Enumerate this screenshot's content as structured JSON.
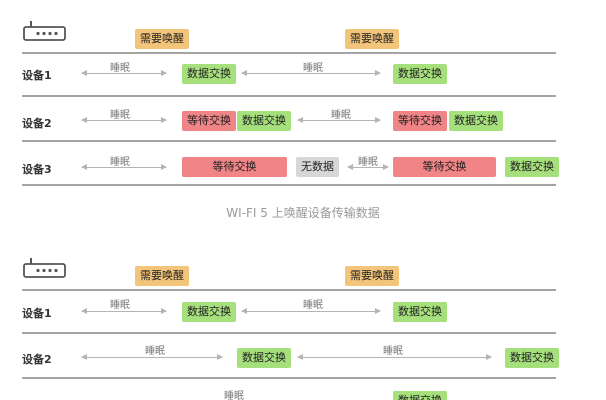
{
  "diagram1": {
    "header": {
      "wake1": "需要唤醒",
      "wake2": "需要唤醒"
    },
    "device1": {
      "label": "设备1",
      "sleep1": "睡眠",
      "data1": "数据交换",
      "sleep2": "睡眠",
      "data2": "数据交换"
    },
    "device2": {
      "label": "设备2",
      "sleep1": "睡眠",
      "wait1": "等待交换",
      "data1": "数据交换",
      "sleep2": "睡眠",
      "wait2": "等待交换",
      "data2": "数据交换"
    },
    "device3": {
      "label": "设备3",
      "sleep1": "睡眠",
      "wait1": "等待交换",
      "nodata": "无数据",
      "sleep2": "睡眠",
      "wait2": "等待交换",
      "data1": "数据交换"
    },
    "caption": "WI-FI 5 上唤醒设备传输数据"
  },
  "diagram2": {
    "header": {
      "wake1": "需要唤醒",
      "wake2": "需要唤醒"
    },
    "device1": {
      "label": "设备1",
      "sleep1": "睡眠",
      "data1": "数据交换",
      "sleep2": "睡眠",
      "data2": "数据交换"
    },
    "device2": {
      "label": "设备2",
      "sleep1": "睡眠",
      "data1": "数据交换",
      "sleep2": "睡眠",
      "data2": "数据交换"
    },
    "device3": {
      "sleep1": "睡眠",
      "data1": "数据交换"
    }
  },
  "colors": {
    "wake": "#f3c57a",
    "data_exchange": "#a6e07c",
    "wait_exchange": "#f08486",
    "no_data": "#d7d7d7",
    "timeline": "#a4a4a4"
  },
  "icons": {
    "router": "router-icon"
  }
}
